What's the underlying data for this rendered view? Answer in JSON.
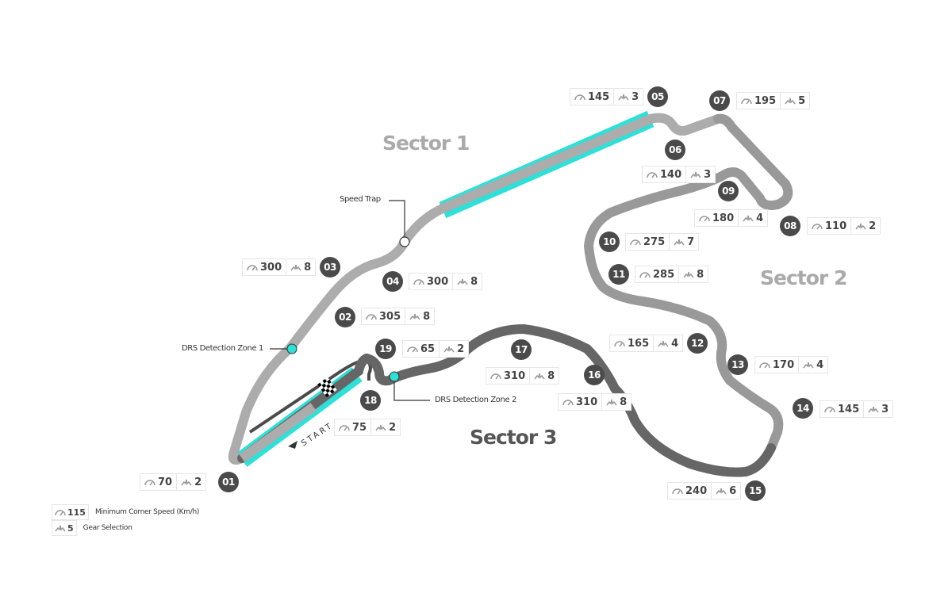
{
  "map_title": "Circuit de Spa-Francorchamps track map",
  "sectors": [
    {
      "name": "Sector 1"
    },
    {
      "name": "Sector 2"
    },
    {
      "name": "Sector 3"
    }
  ],
  "turns": [
    {
      "number": "01",
      "speed": "70",
      "gear": "2"
    },
    {
      "number": "02",
      "speed": "305",
      "gear": "8"
    },
    {
      "number": "03",
      "speed": "300",
      "gear": "8"
    },
    {
      "number": "04",
      "speed": "300",
      "gear": "8"
    },
    {
      "number": "05",
      "speed": "145",
      "gear": "3"
    },
    {
      "number": "06",
      "speed": "140",
      "gear": "3"
    },
    {
      "number": "07",
      "speed": "195",
      "gear": "5"
    },
    {
      "number": "08",
      "speed": "110",
      "gear": "2"
    },
    {
      "number": "09",
      "speed": "180",
      "gear": "4"
    },
    {
      "number": "10",
      "speed": "275",
      "gear": "7"
    },
    {
      "number": "11",
      "speed": "285",
      "gear": "8"
    },
    {
      "number": "12",
      "speed": "165",
      "gear": "4"
    },
    {
      "number": "13",
      "speed": "170",
      "gear": "4"
    },
    {
      "number": "14",
      "speed": "145",
      "gear": "3"
    },
    {
      "number": "15",
      "speed": "240",
      "gear": "6"
    },
    {
      "number": "16",
      "speed": "310",
      "gear": "8"
    },
    {
      "number": "17",
      "speed": "310",
      "gear": "8"
    },
    {
      "number": "18",
      "speed": "75",
      "gear": "2"
    },
    {
      "number": "19",
      "speed": "65",
      "gear": "2"
    }
  ],
  "annotations": {
    "speed_trap": "Speed Trap",
    "drs_detection_1": "DRS Detection Zone 1",
    "drs_detection_2": "DRS Detection Zone 2",
    "start": "START"
  },
  "legend": {
    "speed_example": "115",
    "speed_label": "Minimum Corner Speed (Km/h)",
    "gear_example": "5",
    "gear_label": "Gear Selection"
  },
  "colors": {
    "track_sector1": "#acacac",
    "track_sector2": "#999999",
    "track_sector3": "#666666",
    "drs_zone": "#2ee0d8",
    "turn_badge": "#4a4a4a"
  }
}
